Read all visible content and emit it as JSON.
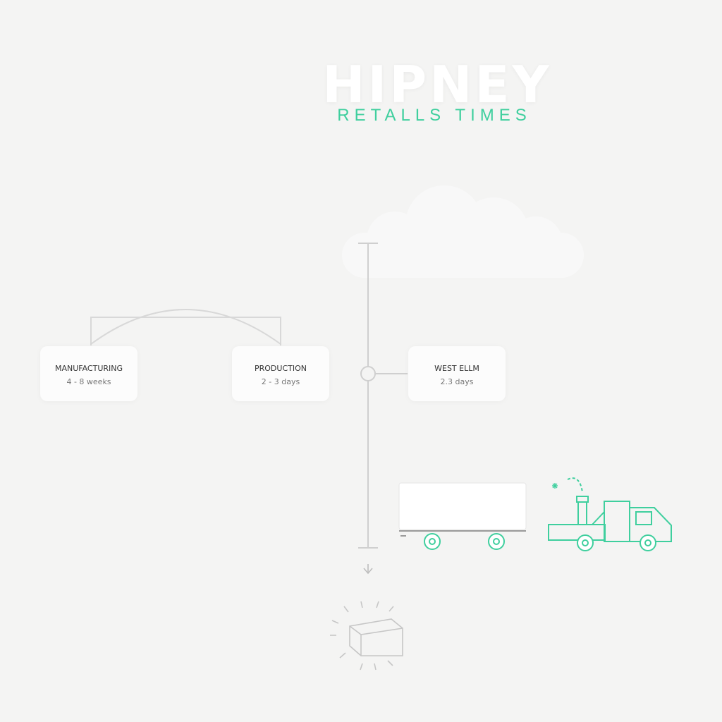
{
  "header": {
    "title": "HIPNEY",
    "subtitle": "RETALLS TIMES"
  },
  "stages": [
    {
      "name": "MANUFACTURING",
      "duration": "4 - 8 weeks"
    },
    {
      "name": "PRODUCTION",
      "duration": "2 - 3 days"
    },
    {
      "name": "WEST ELLM",
      "duration": "2.3 days"
    }
  ],
  "colors": {
    "accent": "#3fcf9e",
    "background": "#f4f4f3",
    "line": "#cfcfcf"
  },
  "icons": [
    "cloud-icon",
    "trailer-icon",
    "truck-icon",
    "package-icon",
    "arrow-down-icon",
    "star-icon"
  ]
}
